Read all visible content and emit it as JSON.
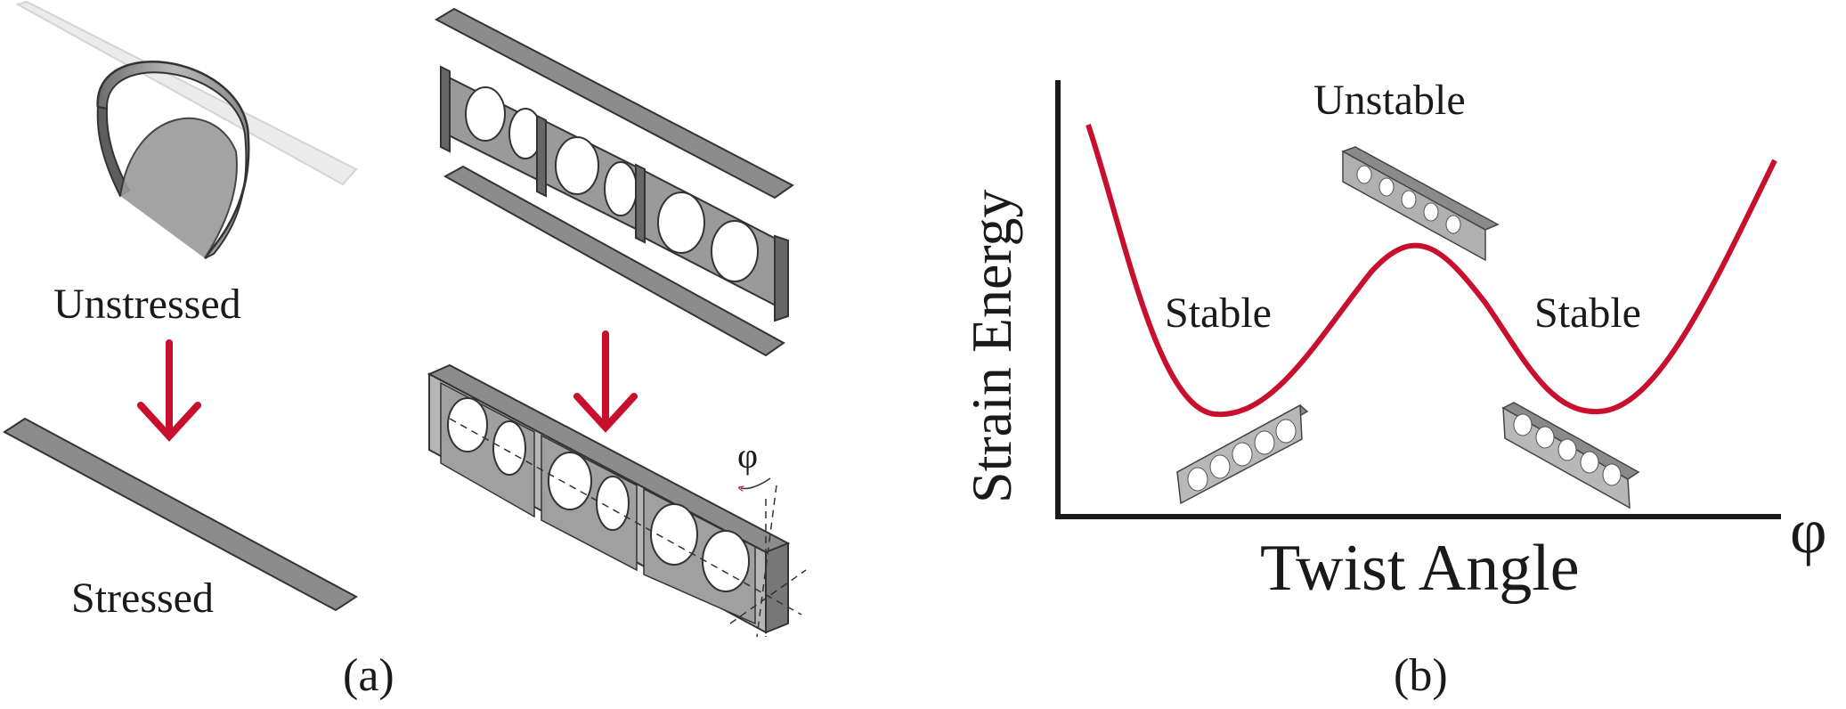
{
  "panel_a": {
    "label_unstressed": "Unstressed",
    "label_stressed": "Stressed",
    "angle_symbol": "φ",
    "caption": "(a)"
  },
  "panel_b": {
    "y_axis_label": "Strain Energy",
    "x_axis_label": "Twist Angle",
    "x_axis_symbol": "φ",
    "label_unstable": "Unstable",
    "label_stable_left": "Stable",
    "label_stable_right": "Stable",
    "caption": "(b)",
    "curve_color": "#c8102e"
  },
  "colors": {
    "arrow": "#c8102e",
    "strip_fill": "#8c8c8c",
    "strip_light": "#b0b0b0",
    "sheet": "#ececec"
  }
}
